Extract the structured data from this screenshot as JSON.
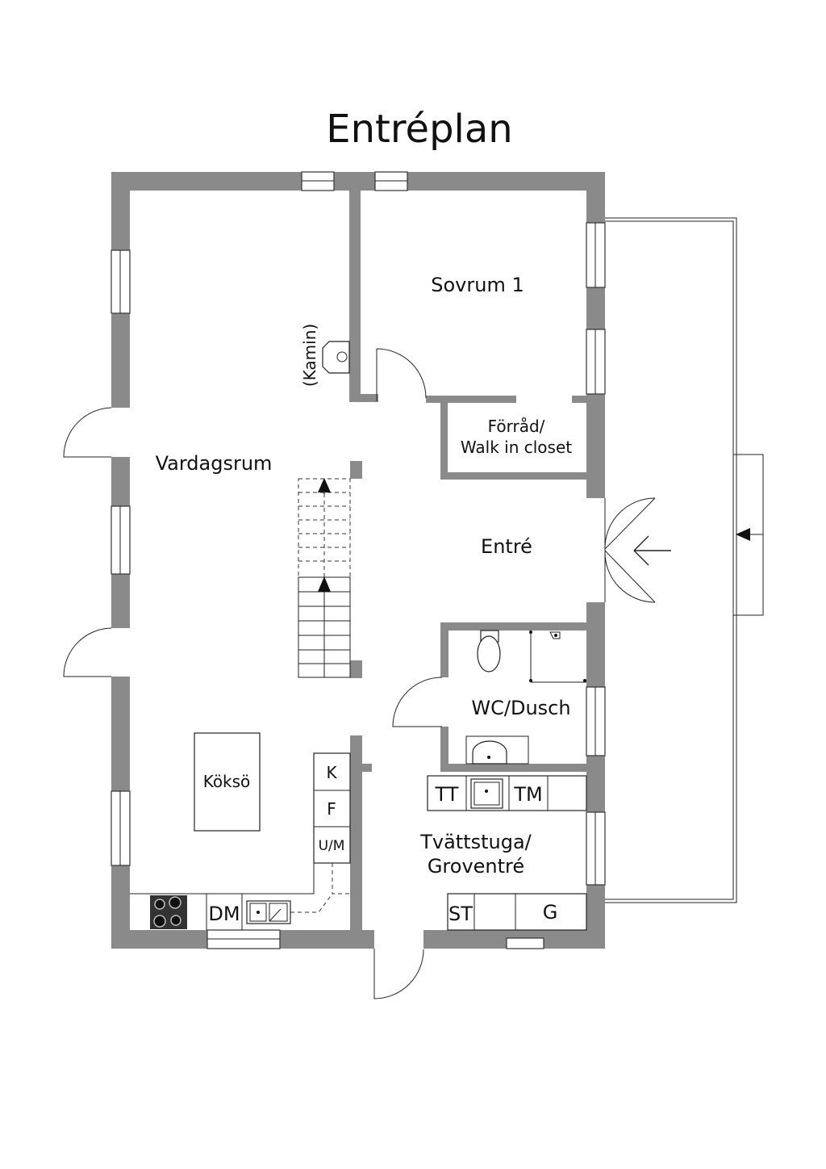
{
  "title": "Entréplan",
  "rooms": {
    "sovrum": "Sovrum 1",
    "forrad_line1": "Förråd/",
    "forrad_line2": "Walk in closet",
    "vardagsrum": "Vardagsrum",
    "entre": "Entré",
    "wc": "WC/Dusch",
    "tvatt_line1": "Tvättstuga/",
    "tvatt_line2": "Groventré",
    "kokso": "Köksö",
    "kamin": "(Kamin)"
  },
  "fixtures": {
    "k": "K",
    "f": "F",
    "um": "U/M",
    "dm": "DM",
    "tt": "TT",
    "tm": "TM",
    "st": "ST",
    "g": "G"
  },
  "colors": {
    "wall": "#8a8a8a",
    "line": "#222222"
  }
}
